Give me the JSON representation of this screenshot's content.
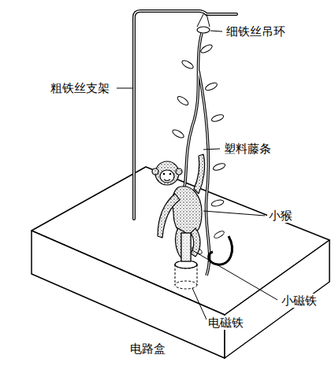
{
  "diagram": {
    "labels": [
      "细铁丝吊环",
      "粗铁丝支架",
      "塑料藤条",
      "小猴",
      "小磁铁",
      "电磁铁",
      "电路盒"
    ]
  }
}
